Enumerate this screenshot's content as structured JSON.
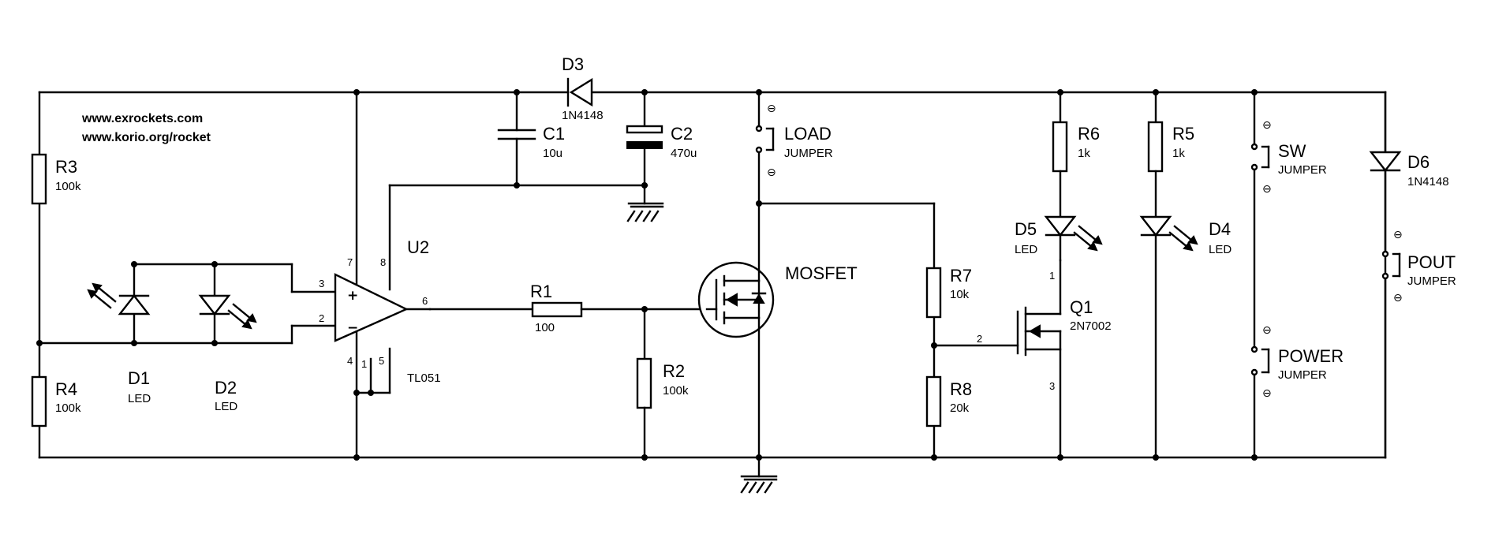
{
  "website": {
    "line1": "www.exrockets.com",
    "line2": "www.korio.org/rocket"
  },
  "components": {
    "R1": {
      "ref": "R1",
      "value": "100"
    },
    "R2": {
      "ref": "R2",
      "value": "100k"
    },
    "R3": {
      "ref": "R3",
      "value": "100k"
    },
    "R4": {
      "ref": "R4",
      "value": "100k"
    },
    "R5": {
      "ref": "R5",
      "value": "1k"
    },
    "R6": {
      "ref": "R6",
      "value": "1k"
    },
    "R7": {
      "ref": "R7",
      "value": "10k"
    },
    "R8": {
      "ref": "R8",
      "value": "20k"
    },
    "C1": {
      "ref": "C1",
      "value": "10u"
    },
    "C2": {
      "ref": "C2",
      "value": "470u"
    },
    "D1": {
      "ref": "D1",
      "value": "LED"
    },
    "D2": {
      "ref": "D2",
      "value": "LED"
    },
    "D3": {
      "ref": "D3",
      "value": "1N4148"
    },
    "D4": {
      "ref": "D4",
      "value": "LED"
    },
    "D5": {
      "ref": "D5",
      "value": "LED"
    },
    "D6": {
      "ref": "D6",
      "value": "1N4148"
    },
    "U2": {
      "ref": "U2",
      "value": "TL051"
    },
    "Q1": {
      "ref": "Q1",
      "value": "2N7002"
    },
    "MOSFET": {
      "ref": "MOSFET"
    },
    "LOAD": {
      "ref": "LOAD",
      "value": "JUMPER"
    },
    "SW": {
      "ref": "SW",
      "value": "JUMPER"
    },
    "POWER": {
      "ref": "POWER",
      "value": "JUMPER"
    },
    "POUT": {
      "ref": "POUT",
      "value": "JUMPER"
    }
  },
  "pins": {
    "u2_in_plus": "3",
    "u2_in_minus": "2",
    "u2_vplus": "7",
    "u2_offset": "8",
    "u2_out": "6",
    "u2_vminus": "4",
    "u2_null1": "1",
    "u2_null5": "5",
    "q1_drain": "1",
    "q1_gate": "2",
    "q1_source": "3"
  },
  "symbols": {
    "plus": "+",
    "minus": "−",
    "terminal": "⊖"
  }
}
